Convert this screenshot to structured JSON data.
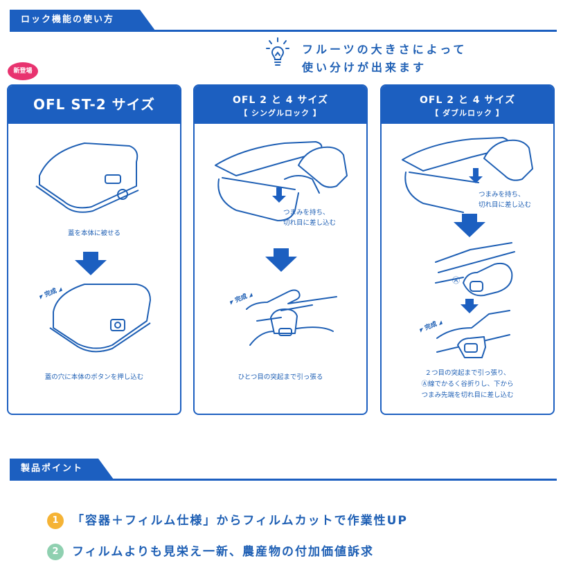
{
  "sections": {
    "lock": "ロック機能の使い方",
    "points": "製品ポイント"
  },
  "tip": {
    "line1": "フルーツの大きさによって",
    "line2": "使い分けが出来ます"
  },
  "badge": "新登場",
  "cards": [
    {
      "title": "OFL ST-2 サイズ",
      "subtitle": "",
      "step1": "蓋を本体に被せる",
      "done": "完成",
      "step2": "蓋の穴に本体のボタンを押し込む"
    },
    {
      "title": "OFL 2 と 4 サイズ",
      "subtitle": "【 シングルロック 】",
      "step1_line1": "つまみを持ち、",
      "step1_line2": "切れ目に差し込む",
      "done": "完成",
      "step2": "ひとつ目の突起まで引っ張る"
    },
    {
      "title": "OFL 2 と 4 サイズ",
      "subtitle": "【 ダブルロック 】",
      "step1_line1": "つまみを持ち、",
      "step1_line2": "切れ目に差し込む",
      "mark": "Ⓐ",
      "done": "完成",
      "step2_line1": "２つ目の突起まで引っ張り、",
      "step2_line2": "Ⓐ線でかるく谷折りし、下から",
      "step2_line3": "つまみ先端を切れ目に差し込む"
    }
  ],
  "points": [
    {
      "num": "1",
      "text": "「容器＋フィルム仕様」からフィルムカットで作業性UP"
    },
    {
      "num": "2",
      "text": "フィルムよりも見栄え一新、農産物の付加価値訴求"
    }
  ],
  "colors": {
    "primary": "#1c5fc0",
    "badge": "#e8336f",
    "point1": "#f5b335",
    "point2": "#8fd0b0"
  }
}
